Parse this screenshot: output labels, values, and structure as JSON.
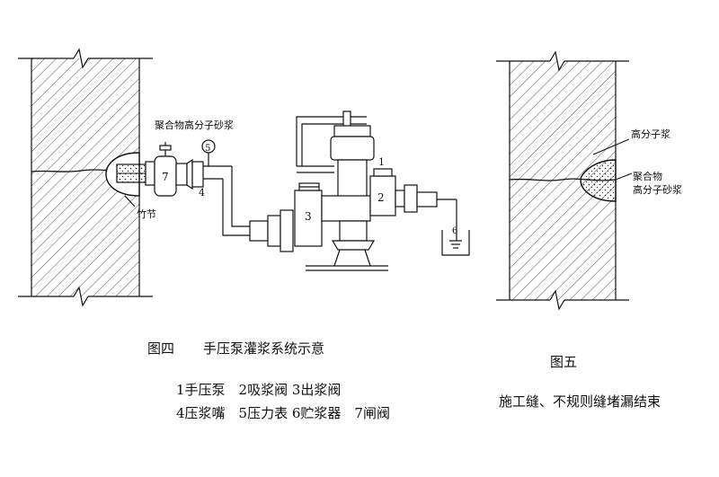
{
  "figure4": {
    "labels": {
      "grout_polymer": "聚合物高分子砂浆",
      "bamboo_joint": "竹节",
      "n7": "7",
      "n5": "5",
      "n4": "4",
      "n3": "3",
      "n2": "2",
      "n1": "1",
      "n6": "6"
    },
    "caption_fig": "图四",
    "caption_title": "手压泵灌浆系统示意",
    "legend_line1": "1手压泵　2吸浆阀 3出浆阀",
    "legend_line2": "4压浆嘴　5压力表 6贮浆器　7闸阀"
  },
  "figure5": {
    "label_polymer": "高分子浆",
    "label_mix_line1": "聚合物",
    "label_mix_line2": "高分子砂浆",
    "caption_fig": "图五",
    "caption_title": "施工缝、不规则缝堵漏结束"
  },
  "colors": {
    "ink": "#111111",
    "paper": "#ffffff"
  }
}
